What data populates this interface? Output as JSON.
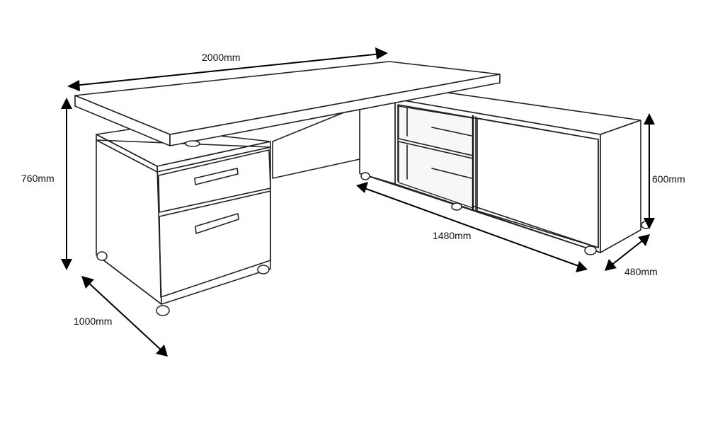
{
  "dimensions": {
    "desk_width": "2000mm",
    "desk_height": "760mm",
    "desk_depth": "1000mm",
    "cabinet_length": "1480mm",
    "cabinet_height": "600mm",
    "cabinet_depth": "480mm"
  }
}
